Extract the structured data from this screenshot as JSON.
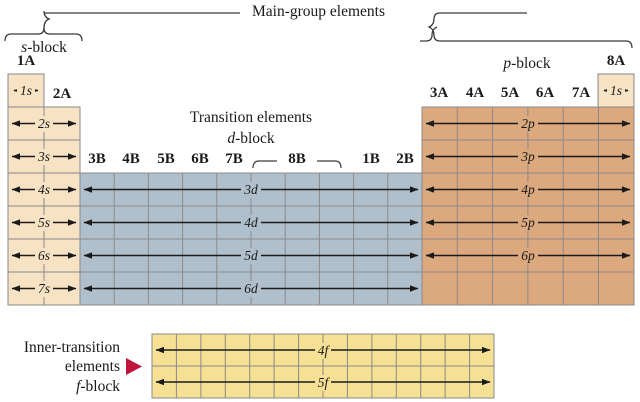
{
  "title": "Periodic table orbital blocks diagram",
  "headings": {
    "main_group": "Main-group elements",
    "s_block": "s-block",
    "p_block": "p-block",
    "transition": "Transition elements",
    "d_block": "d-block",
    "inner_transition_line1": "Inner-transition",
    "inner_transition_line2": "elements",
    "f_block": "f-block"
  },
  "colors": {
    "s_block": "#F7E2C4",
    "d_block": "#AFC0CC",
    "p_block": "#DCA87E",
    "f_block": "#F6E093",
    "cell_border": "#8A8A8A",
    "arrow": "#1a1a1a",
    "pointer": "#C0143C",
    "brace": "#3a3a3a"
  },
  "group_labels": {
    "s": [
      "1A",
      "2A"
    ],
    "d": [
      "3B",
      "4B",
      "5B",
      "6B",
      "7B",
      "8B",
      "1B",
      "2B"
    ],
    "p": [
      "3A",
      "4A",
      "5A",
      "6A",
      "7A",
      "8A"
    ]
  },
  "blocks": {
    "s": {
      "columns": 2,
      "rows": 7,
      "orbitals": [
        "1s",
        "2s",
        "3s",
        "4s",
        "5s",
        "6s",
        "7s"
      ],
      "first_row_span": 1
    },
    "d": {
      "columns": 10,
      "rows": 4,
      "orbitals": [
        "3d",
        "4d",
        "5d",
        "6d"
      ]
    },
    "p": {
      "columns": 6,
      "rows": 5,
      "orbitals": [
        "2p",
        "3p",
        "4p",
        "5p",
        "6p"
      ],
      "helium_cell": "1s"
    },
    "f": {
      "columns": 14,
      "rows": 2,
      "orbitals": [
        "4f",
        "5f"
      ]
    }
  }
}
